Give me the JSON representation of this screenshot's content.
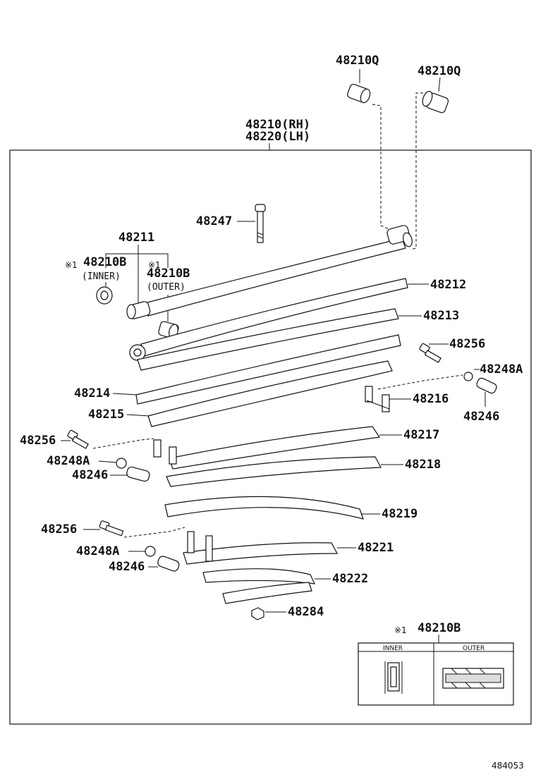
{
  "diagram": {
    "parts": {
      "p48210Q_a": "48210Q",
      "p48210Q_b": "48210Q",
      "rh": "48210(RH)",
      "lh": "48220(LH)",
      "p48247": "48247",
      "p48211": "48211",
      "mark1": "※1",
      "p48210B_inner": "48210B",
      "inner": "(INNER)",
      "mark2": "※1",
      "p48210B_outer": "48210B",
      "outer": "(OUTER)",
      "p48212": "48212",
      "p48213": "48213",
      "p48256_a": "48256",
      "p48248A_a": "48248A",
      "p48214": "48214",
      "p48216": "48216",
      "p48215": "48215",
      "p48246_a": "48246",
      "p48217": "48217",
      "p48256_b": "48256",
      "p48248A_b": "48248A",
      "p48218": "48218",
      "p48246_b": "48246",
      "p48219": "48219",
      "p48256_c": "48256",
      "p48221": "48221",
      "p48248A_c": "48248A",
      "p48246_c": "48246",
      "p48222": "48222",
      "p48284": "48284",
      "mark3": "※1",
      "p48210B_inset": "48210B"
    },
    "inset": {
      "inner_header": "INNER",
      "outer_header": "OUTER"
    },
    "ref_number": "484053"
  }
}
